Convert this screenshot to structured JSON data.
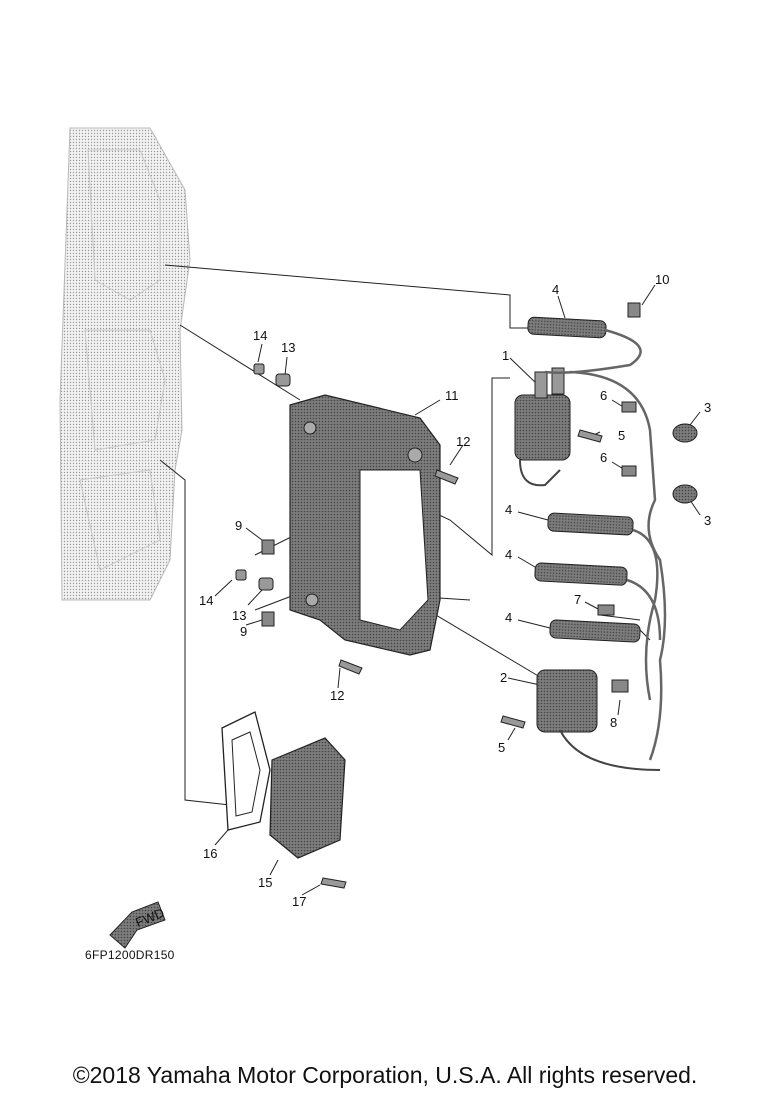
{
  "diagram": {
    "figure_code": "6FP1200DR150",
    "fwd_label": "FWD",
    "callouts": [
      {
        "id": "c1",
        "label": "1"
      },
      {
        "id": "c2",
        "label": "2"
      },
      {
        "id": "c3a",
        "label": "3"
      },
      {
        "id": "c3b",
        "label": "3"
      },
      {
        "id": "c4a",
        "label": "4"
      },
      {
        "id": "c4b",
        "label": "4"
      },
      {
        "id": "c4c",
        "label": "4"
      },
      {
        "id": "c4d",
        "label": "4"
      },
      {
        "id": "c5a",
        "label": "5"
      },
      {
        "id": "c5b",
        "label": "5"
      },
      {
        "id": "c6a",
        "label": "6"
      },
      {
        "id": "c6b",
        "label": "6"
      },
      {
        "id": "c7",
        "label": "7"
      },
      {
        "id": "c8",
        "label": "8"
      },
      {
        "id": "c9a",
        "label": "9"
      },
      {
        "id": "c9b",
        "label": "9"
      },
      {
        "id": "c10",
        "label": "10"
      },
      {
        "id": "c11",
        "label": "11"
      },
      {
        "id": "c12a",
        "label": "12"
      },
      {
        "id": "c12b",
        "label": "12"
      },
      {
        "id": "c13a",
        "label": "13"
      },
      {
        "id": "c13b",
        "label": "13"
      },
      {
        "id": "c14a",
        "label": "14"
      },
      {
        "id": "c14b",
        "label": "14"
      },
      {
        "id": "c15",
        "label": "15"
      },
      {
        "id": "c16",
        "label": "16"
      },
      {
        "id": "c17",
        "label": "17"
      }
    ]
  },
  "footer": {
    "copyright": "©2018 Yamaha Motor Corporation, U.S.A. All rights reserved."
  },
  "colors": {
    "line": "#222222",
    "part_fill": "#8a8a8a",
    "engine_fill": "#dcdcdc"
  }
}
